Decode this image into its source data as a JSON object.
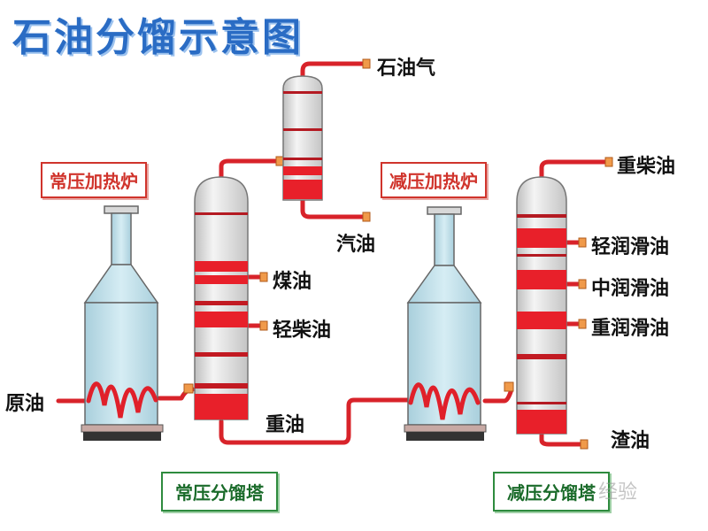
{
  "title": "石油分馏示意图",
  "furnace_labels": {
    "atmospheric": "常压加热炉",
    "vacuum": "减压加热炉"
  },
  "tower_labels": {
    "atmospheric": "常压分馏塔",
    "vacuum": "减压分馏塔"
  },
  "inputs": {
    "crude": "原油"
  },
  "products": {
    "gas": "石油气",
    "gasoline": "汽油",
    "kerosene": "煤油",
    "light_diesel": "轻柴油",
    "heavy_oil": "重油",
    "heavy_diesel": "重柴油",
    "light_lube": "轻润滑油",
    "medium_lube": "中润滑油",
    "heavy_lube": "重润滑油",
    "residue": "渣油"
  },
  "watermark": "经验",
  "colors": {
    "pipe": "#d8232a",
    "tower_band": "#e8202a",
    "tower_body": "#e6e6e6",
    "furnace_glass": "#bcdce8",
    "title": "#2a6cc4"
  }
}
